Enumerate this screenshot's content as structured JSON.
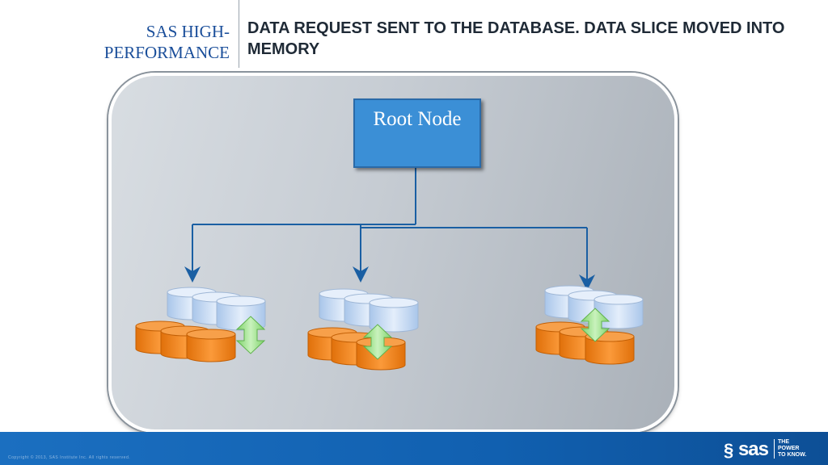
{
  "header": {
    "left_title": "SAS HIGH-\nPERFORMANCE",
    "main_title": "DATA REQUEST SENT TO THE DATABASE.   DATA SLICE MOVED INTO MEMORY"
  },
  "diagram": {
    "root_node_label": "Root Node",
    "colors": {
      "root_fill": "#3b8fd6",
      "connector": "#1a5fa3",
      "db_blue": "#c7dcf4",
      "db_orange": "#f28a1c",
      "arrow_green": "#9ee08a"
    },
    "worker_nodes": 3
  },
  "footer": {
    "copyright": "Copyright © 2013, SAS Institute Inc. All rights reserved.",
    "logo_text": "sas",
    "tagline": "THE\nPOWER\nTO KNOW."
  }
}
